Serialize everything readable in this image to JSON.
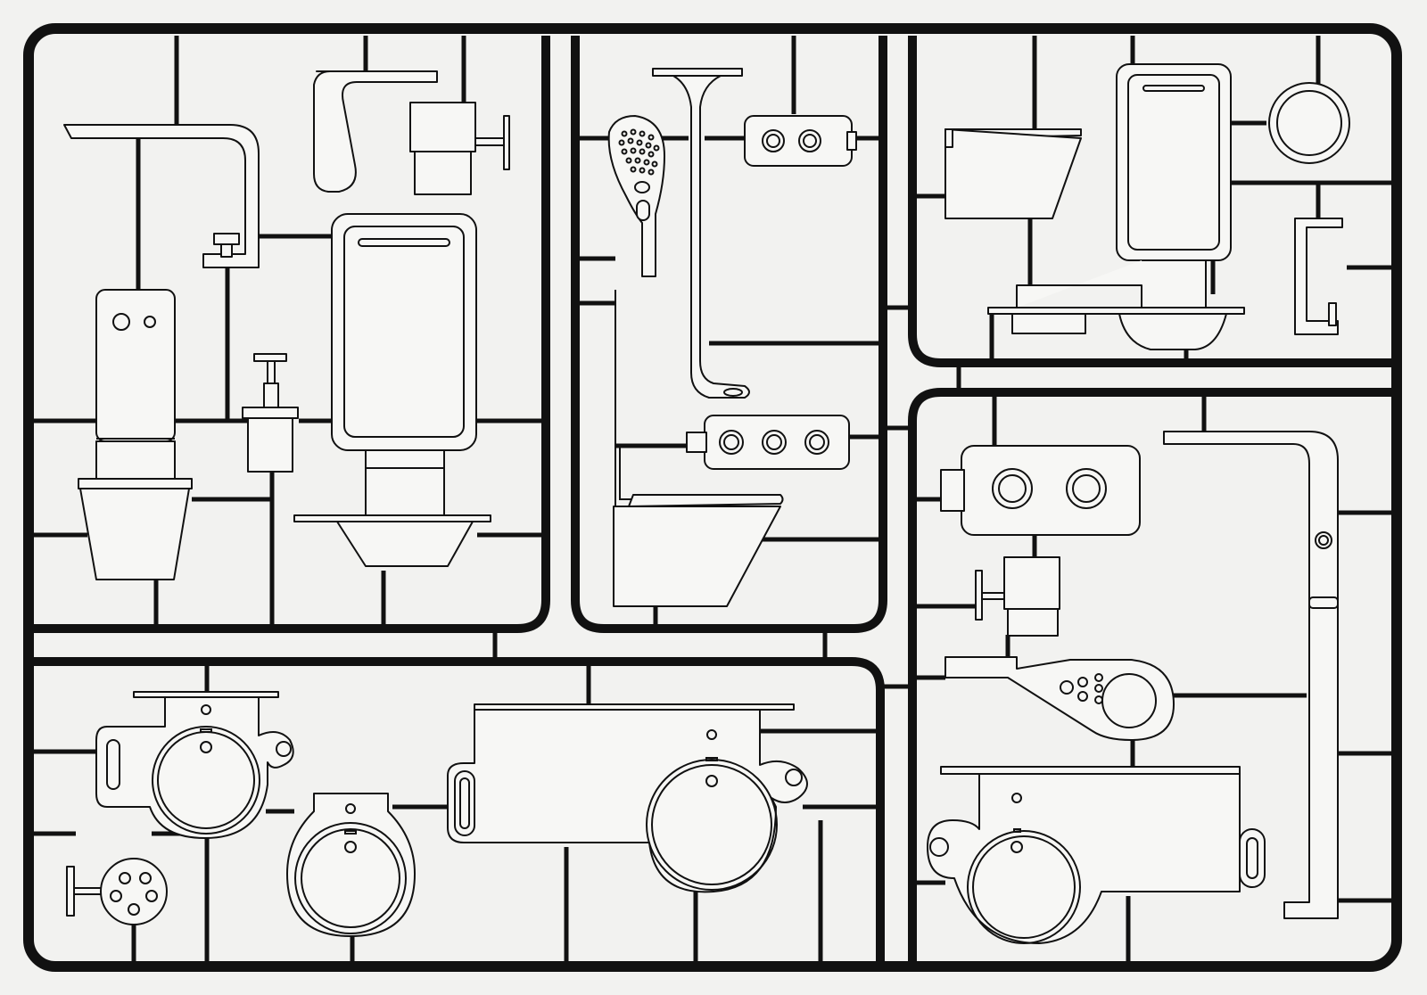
{
  "sheet": {
    "background": "#f2f2f0",
    "ink": "#111111",
    "part_fill": "#f7f7f5"
  },
  "parts": {
    "top_left": [
      "mixer-tap",
      "bidet-mixer",
      "soap-dispenser",
      "cistern-panel",
      "flush-plate",
      "wall-hung-toilet",
      "tall-mirror-cabinet",
      "countertop-basin",
      "toilet-roll-holder"
    ],
    "top_middle": [
      "hand-shower",
      "overhead-shower-arm",
      "shower-valve-two",
      "concealed-cistern-frame",
      "shower-valve-three",
      "wall-hung-toilet"
    ],
    "top_right": [
      "wall-hung-toilet",
      "mirror-cabinet",
      "vanity-basin",
      "round-mirror",
      "spout",
      "robe-hook"
    ],
    "bottom_left": [
      "wash-basin-round",
      "wash-basin-small",
      "wash-basin-wide",
      "shower-drain"
    ],
    "bottom_right": [
      "thermostatic-valve",
      "freestanding-bath-filler",
      "toilet-roll-holder",
      "digital-shower-control",
      "wash-basin-wide"
    ]
  }
}
